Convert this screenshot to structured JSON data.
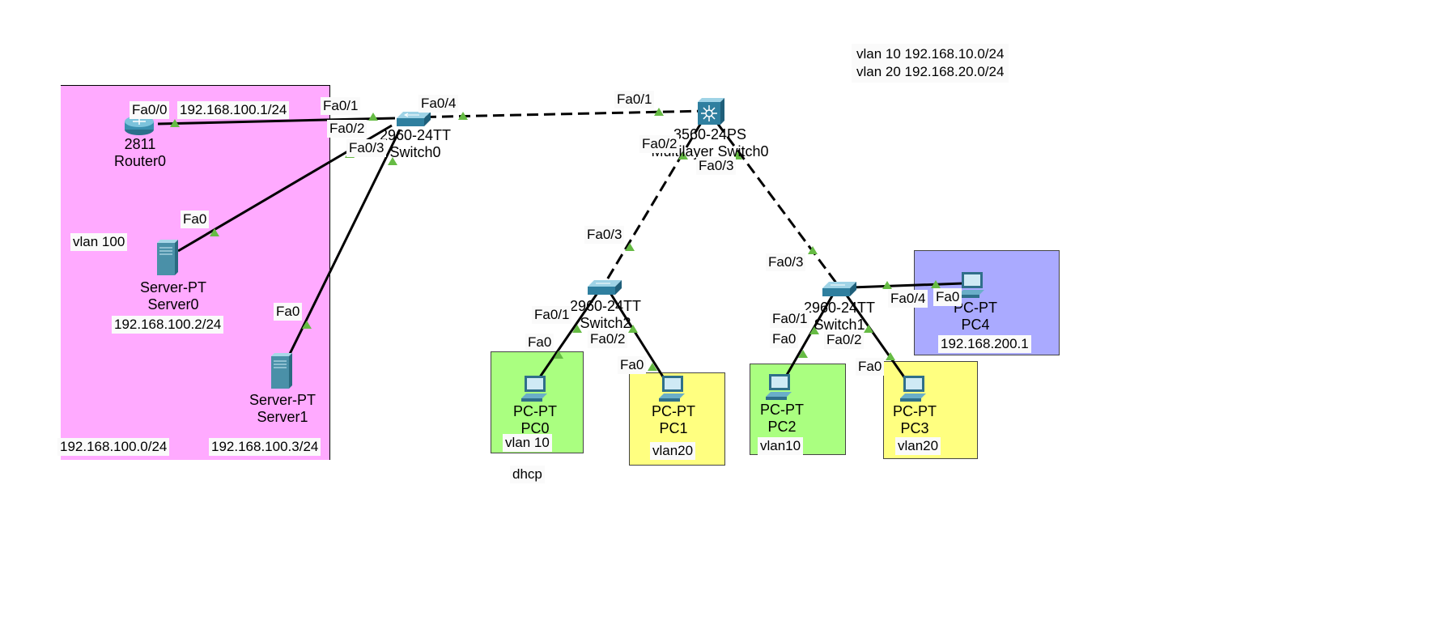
{
  "areas": {
    "server_zone": {
      "color": "#ffaaff",
      "border": "#000000"
    },
    "pc0_zone": {
      "color": "#aaff80",
      "border": "#444444"
    },
    "pc1_zone": {
      "color": "#ffff80",
      "border": "#444444"
    },
    "pc2_zone": {
      "color": "#aaff80",
      "border": "#444444"
    },
    "pc3_zone": {
      "color": "#ffff80",
      "border": "#444444"
    },
    "pc4_zone": {
      "color": "#aaaaff",
      "border": "#444444"
    }
  },
  "vlan_note": {
    "line1": "vlan 10  192.168.10.0/24",
    "line2": "vlan 20   192.168.20.0/24"
  },
  "devices": {
    "router0": {
      "model": "2811",
      "name": "Router0"
    },
    "switch0": {
      "model": "2960-24TT",
      "name": "Switch0"
    },
    "mlswitch0": {
      "model": "3560-24PS",
      "name": "Multilayer Switch0"
    },
    "switch2": {
      "model": "2960-24TT",
      "name": "Switch2"
    },
    "switch1": {
      "model": "2960-24TT",
      "name": "Switch1"
    },
    "server0": {
      "model": "Server-PT",
      "name": "Server0"
    },
    "server1": {
      "model": "Server-PT",
      "name": "Server1"
    },
    "pc0": {
      "model": "PC-PT",
      "name": "PC0"
    },
    "pc1": {
      "model": "PC-PT",
      "name": "PC1"
    },
    "pc2": {
      "model": "PC-PT",
      "name": "PC2"
    },
    "pc3": {
      "model": "PC-PT",
      "name": "PC3"
    },
    "pc4": {
      "model": "PC-PT",
      "name": "PC4"
    }
  },
  "ports": {
    "r0_fa00": "Fa0/0",
    "sw0_fa01": "Fa0/1",
    "sw0_fa02": "Fa0/2",
    "sw0_fa03": "Fa0/3",
    "sw0_fa04": "Fa0/4",
    "ml_fa01": "Fa0/1",
    "ml_fa02": "Fa0/2",
    "ml_fa03": "Fa0/3",
    "sw2_fa03": "Fa0/3",
    "sw2_fa01": "Fa0/1",
    "sw2_fa02": "Fa0/2",
    "sw1_fa03": "Fa0/3",
    "sw1_fa01": "Fa0/1",
    "sw1_fa02": "Fa0/2",
    "sw1_fa04": "Fa0/4",
    "srv0_fa0": "Fa0",
    "srv1_fa0": "Fa0",
    "pc0_fa0": "Fa0",
    "pc1_fa0": "Fa0",
    "pc2_fa0": "Fa0",
    "pc3_fa0": "Fa0",
    "pc4_fa0": "Fa0"
  },
  "notes": {
    "router_ip": "192.168.100.1/24",
    "vlan100": "vlan 100",
    "server0_ip": "192.168.100.2/24",
    "net100": "192.168.100.0/24",
    "server1_ip": "192.168.100.3/24",
    "pc0_vlan": "vlan 10",
    "dhcp": "dhcp",
    "pc1_vlan": "vlan20",
    "pc2_vlan": "vlan10",
    "pc3_vlan": "vlan20",
    "pc4_ip": "192.168.200.1"
  },
  "colors": {
    "link": "#000000",
    "port_up": "#66bb44",
    "device": "#2f7f9f"
  }
}
